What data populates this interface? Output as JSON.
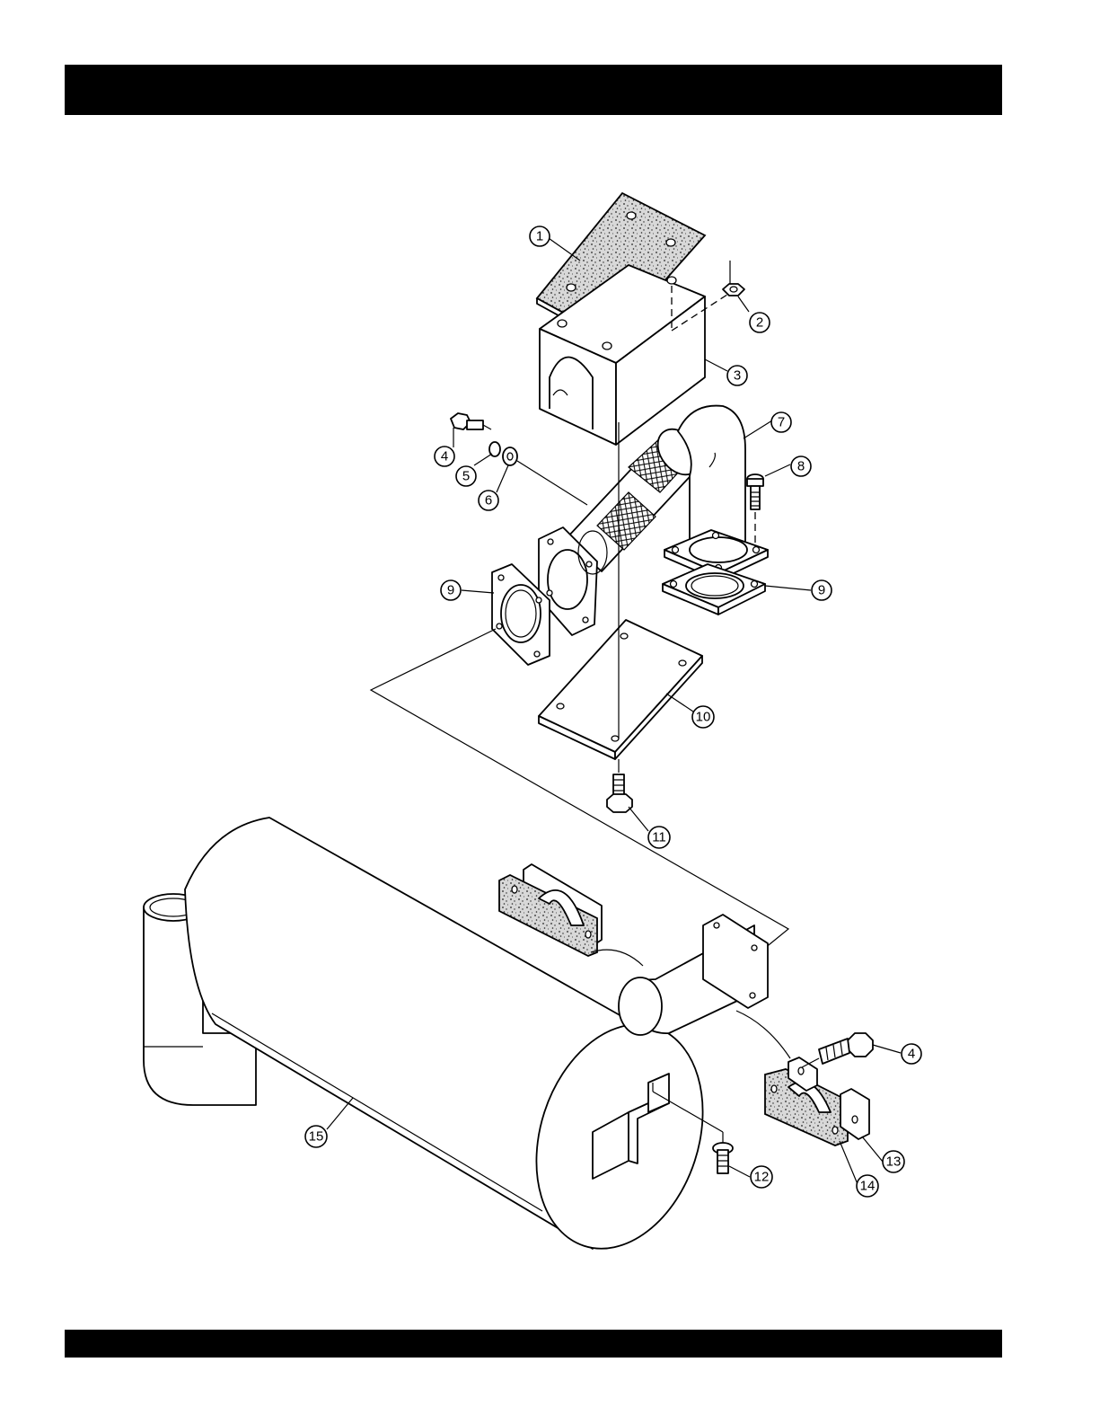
{
  "callouts": [
    {
      "id": "1",
      "label": "1"
    },
    {
      "id": "2",
      "label": "2"
    },
    {
      "id": "3",
      "label": "3"
    },
    {
      "id": "4a",
      "label": "4"
    },
    {
      "id": "5",
      "label": "5"
    },
    {
      "id": "6",
      "label": "6"
    },
    {
      "id": "7",
      "label": "7"
    },
    {
      "id": "8",
      "label": "8"
    },
    {
      "id": "9a",
      "label": "9"
    },
    {
      "id": "9b",
      "label": "9"
    },
    {
      "id": "10",
      "label": "10"
    },
    {
      "id": "11",
      "label": "11"
    },
    {
      "id": "4b",
      "label": "4"
    },
    {
      "id": "12",
      "label": "12"
    },
    {
      "id": "13",
      "label": "13"
    },
    {
      "id": "14",
      "label": "14"
    },
    {
      "id": "15",
      "label": "15"
    }
  ]
}
